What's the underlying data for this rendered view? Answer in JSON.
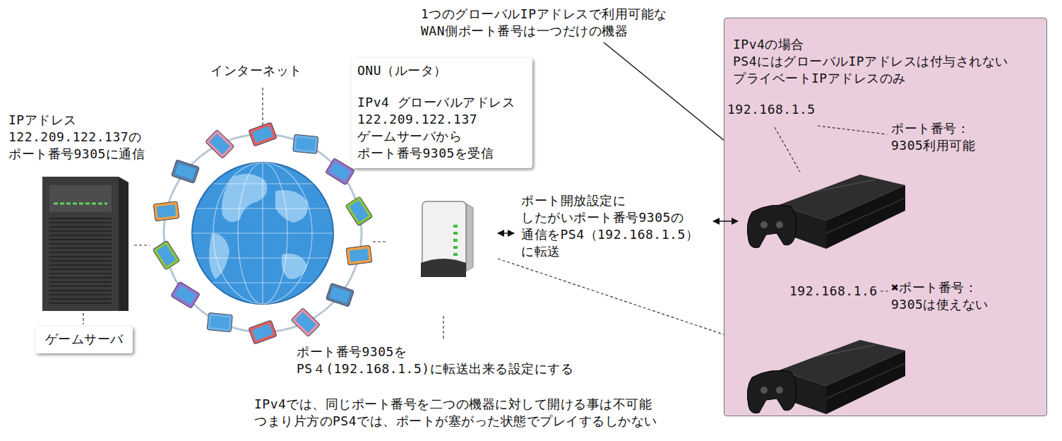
{
  "diagram": {
    "nodes": [
      {
        "text": [
          "ゲームサーバ"
        ]
      },
      {
        "text": [
          "ONU（ルータ）",
          "IPv4 グローバルアドレス 122.209.122.137 ゲームサーバから ポート番号9305を受信"
        ]
      },
      {
        "text": [
          "IPv4の場合 PS4にはグローバルIPアドレスは付与されない プライベートIPアドレスのみ"
        ]
      }
    ],
    "labels": [
      "IPアドレス 122.209.122.137の ポート番号9305に通信",
      "インターネット",
      "1つのグローバルIPアドレスで利用可能な WAN側ポート番号は一つだけの機器",
      "ポート開放設定に したがいポート番号9305の 通信をPS4（192.168.1.5） に転送",
      "ポート番号9305を PS４(192.168.1.5)に転送出来る設定にする",
      "IPv4では、同じポート番号を二つの機器に対して開ける事は不可能 つまり片方のPS4では、ポートが塞がった状態でプレイするしかない",
      "192.168.1.5",
      "ポート番号： 9305利用可能",
      "192.168.1.6",
      "✖ポート番号： 9305は使えない"
    ]
  }
}
